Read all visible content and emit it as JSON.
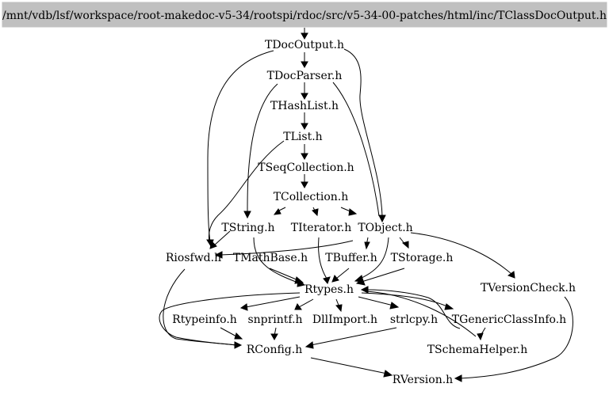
{
  "graph": {
    "root": "/mnt/vdb/lsf/workspace/root-makedoc-v5-34/rootspi/rdoc/src/v5-34-00-patches/html/inc/TClassDocOutput.h",
    "nodes": {
      "tdocoutput": "TDocOutput.h",
      "tdocparser": "TDocParser.h",
      "thashlist": "THashList.h",
      "tlist": "TList.h",
      "tseqcollection": "TSeqCollection.h",
      "tcollection": "TCollection.h",
      "tstring": "TString.h",
      "titerator": "TIterator.h",
      "tobject": "TObject.h",
      "riosfwd": "Riosfwd.h",
      "tmathbase": "TMathBase.h",
      "tbuffer": "TBuffer.h",
      "tstorage": "TStorage.h",
      "rtypes": "Rtypes.h",
      "tversioncheck": "TVersionCheck.h",
      "rtypeinfo": "Rtypeinfo.h",
      "snprintf": "snprintf.h",
      "dllimport": "DllImport.h",
      "strlcpy": "strlcpy.h",
      "tgenericclassinfo": "TGenericClassInfo.h",
      "rconfig": "RConfig.h",
      "tschemahelper": "TSchemaHelper.h",
      "rversion": "RVersion.h"
    },
    "colors": {
      "root_fill": "#c0c0c0",
      "edge": "#000000",
      "background": "#ffffff"
    }
  }
}
